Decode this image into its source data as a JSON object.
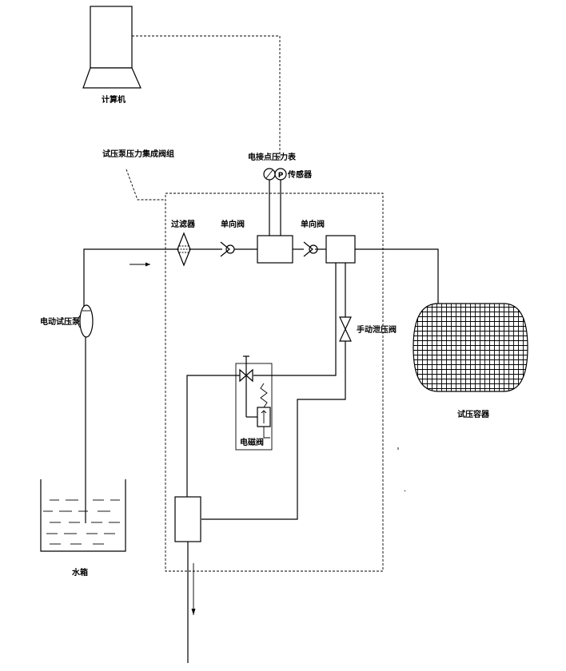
{
  "labels": {
    "computer": "计算机",
    "integrated_block": "试压泵压力集成阀组",
    "contact_gauge": "电接点压力表",
    "gauge_symbol": "P",
    "sensor": "传感器",
    "filter": "过滤器",
    "check_valve_1": "单向阀",
    "check_valve_2": "单向阀",
    "electric_pump": "电动试压泵",
    "manual_valve": "手动泄压阀",
    "solenoid_valve": "电磁阀",
    "test_vessel": "试压容器",
    "water_tank": "水箱"
  }
}
